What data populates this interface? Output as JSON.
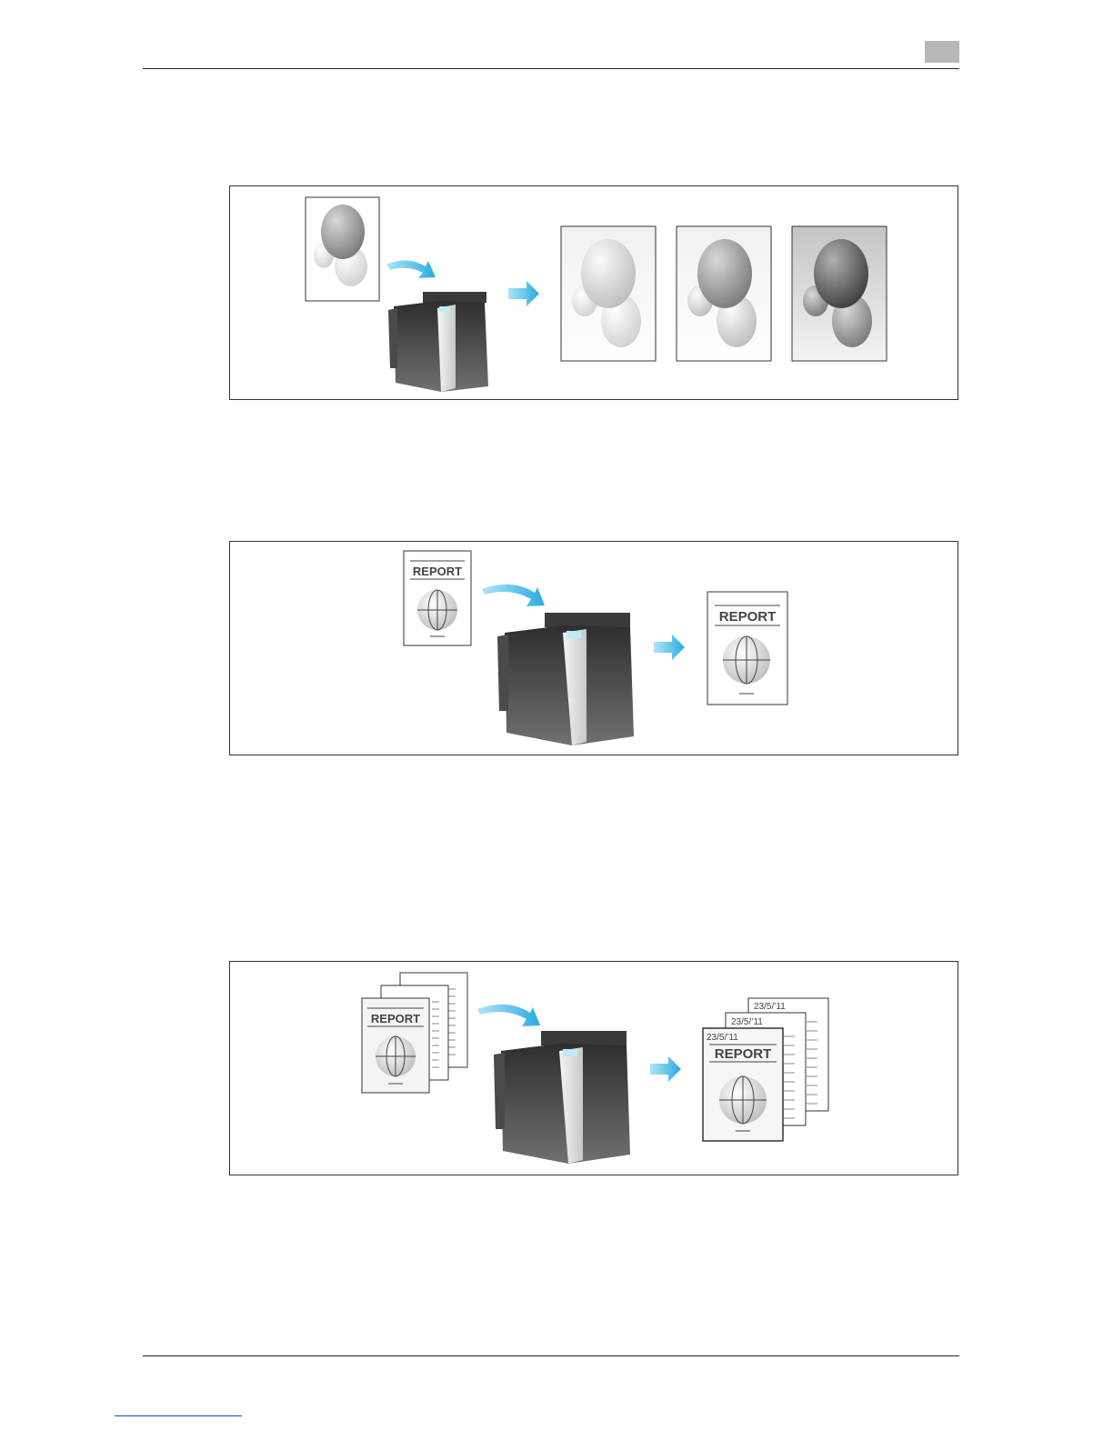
{
  "figures": {
    "report_label": "REPORT",
    "dates": [
      "23/5/’11",
      "23/5/’11",
      "23/5/’11"
    ]
  },
  "colors": {
    "accent_arrow": "#29abe2",
    "header_tab": "#b8b8b8",
    "footer_link": "#1a3cc9"
  }
}
